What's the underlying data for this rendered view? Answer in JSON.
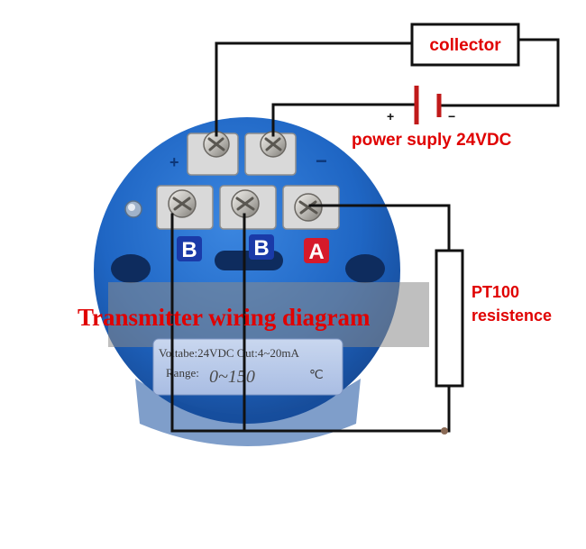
{
  "diagram": {
    "title": "Transmitter wiring diagram",
    "collector_label": "collector",
    "power_supply_label": "power suply 24VDC",
    "plus_sign": "+",
    "minus_sign": "−",
    "sensor_label_line1": "PT100",
    "sensor_label_line2": "resistence",
    "terminal_labels": [
      "B",
      "B",
      "A"
    ],
    "label_text_line1": "Voltabe:24VDC Out:4~20mA",
    "label_text_line2": "Range:",
    "range_handwritten": "0~150",
    "range_unit": "℃",
    "board_plus_mark": "+",
    "board_minus_mark": "−"
  },
  "colors": {
    "wire": "#111111",
    "red_text": "#e00000",
    "device_blue": "#1f66c4",
    "terminal_block": "#d9d9d9",
    "screw_metal": "#b9b7b2",
    "letter_bg_blue": "#1a3aa8",
    "letter_bg_red": "#d61a2a"
  }
}
